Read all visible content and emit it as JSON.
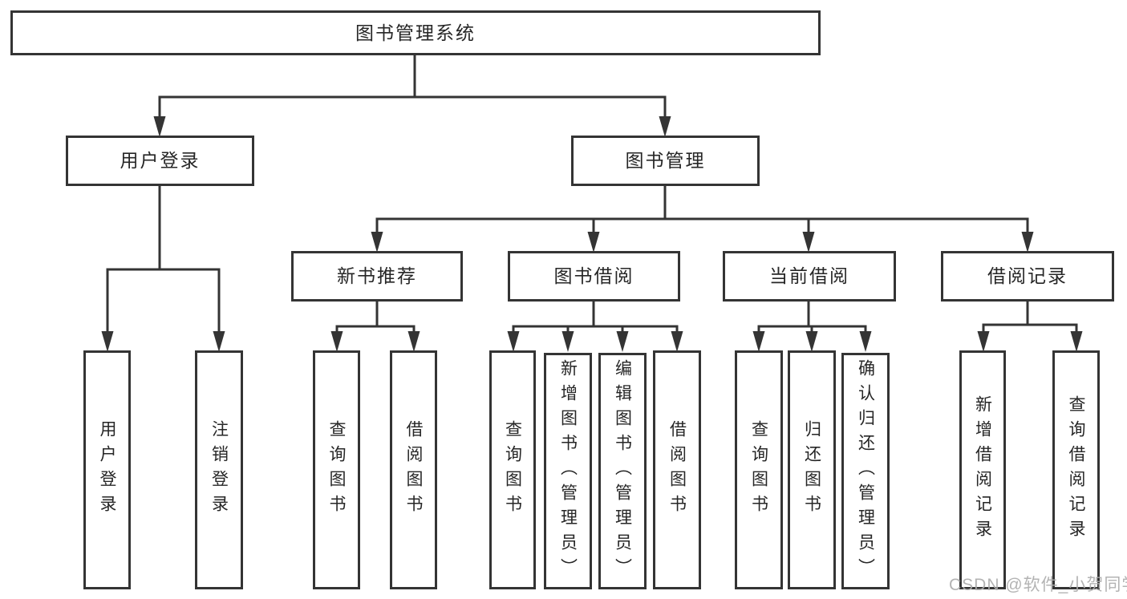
{
  "tree": {
    "label": "图书管理系统",
    "children": [
      {
        "label": "用户登录",
        "children": [
          {
            "label": "用户登录"
          },
          {
            "label": "注销登录"
          }
        ]
      },
      {
        "label": "图书管理",
        "children": [
          {
            "label": "新书推荐",
            "children": [
              {
                "label": "查询图书"
              },
              {
                "label": "借阅图书"
              }
            ]
          },
          {
            "label": "图书借阅",
            "children": [
              {
                "label": "查询图书"
              },
              {
                "label": "新增图书（管理员）"
              },
              {
                "label": "编辑图书（管理员）"
              },
              {
                "label": "借阅图书"
              }
            ]
          },
          {
            "label": "当前借阅",
            "children": [
              {
                "label": "查询图书"
              },
              {
                "label": "归还图书"
              },
              {
                "label": "确认归还（管理员）"
              }
            ]
          },
          {
            "label": "借阅记录",
            "children": [
              {
                "label": "新增借阅记录"
              },
              {
                "label": "查询借阅记录"
              }
            ]
          }
        ]
      }
    ]
  },
  "watermark": {
    "text": "CSDN @软件_小贺同学"
  },
  "colors": {
    "line": "#343434",
    "border": "#343434",
    "text": "#262626",
    "watermark": "#adadad",
    "background": "#ffffff"
  }
}
